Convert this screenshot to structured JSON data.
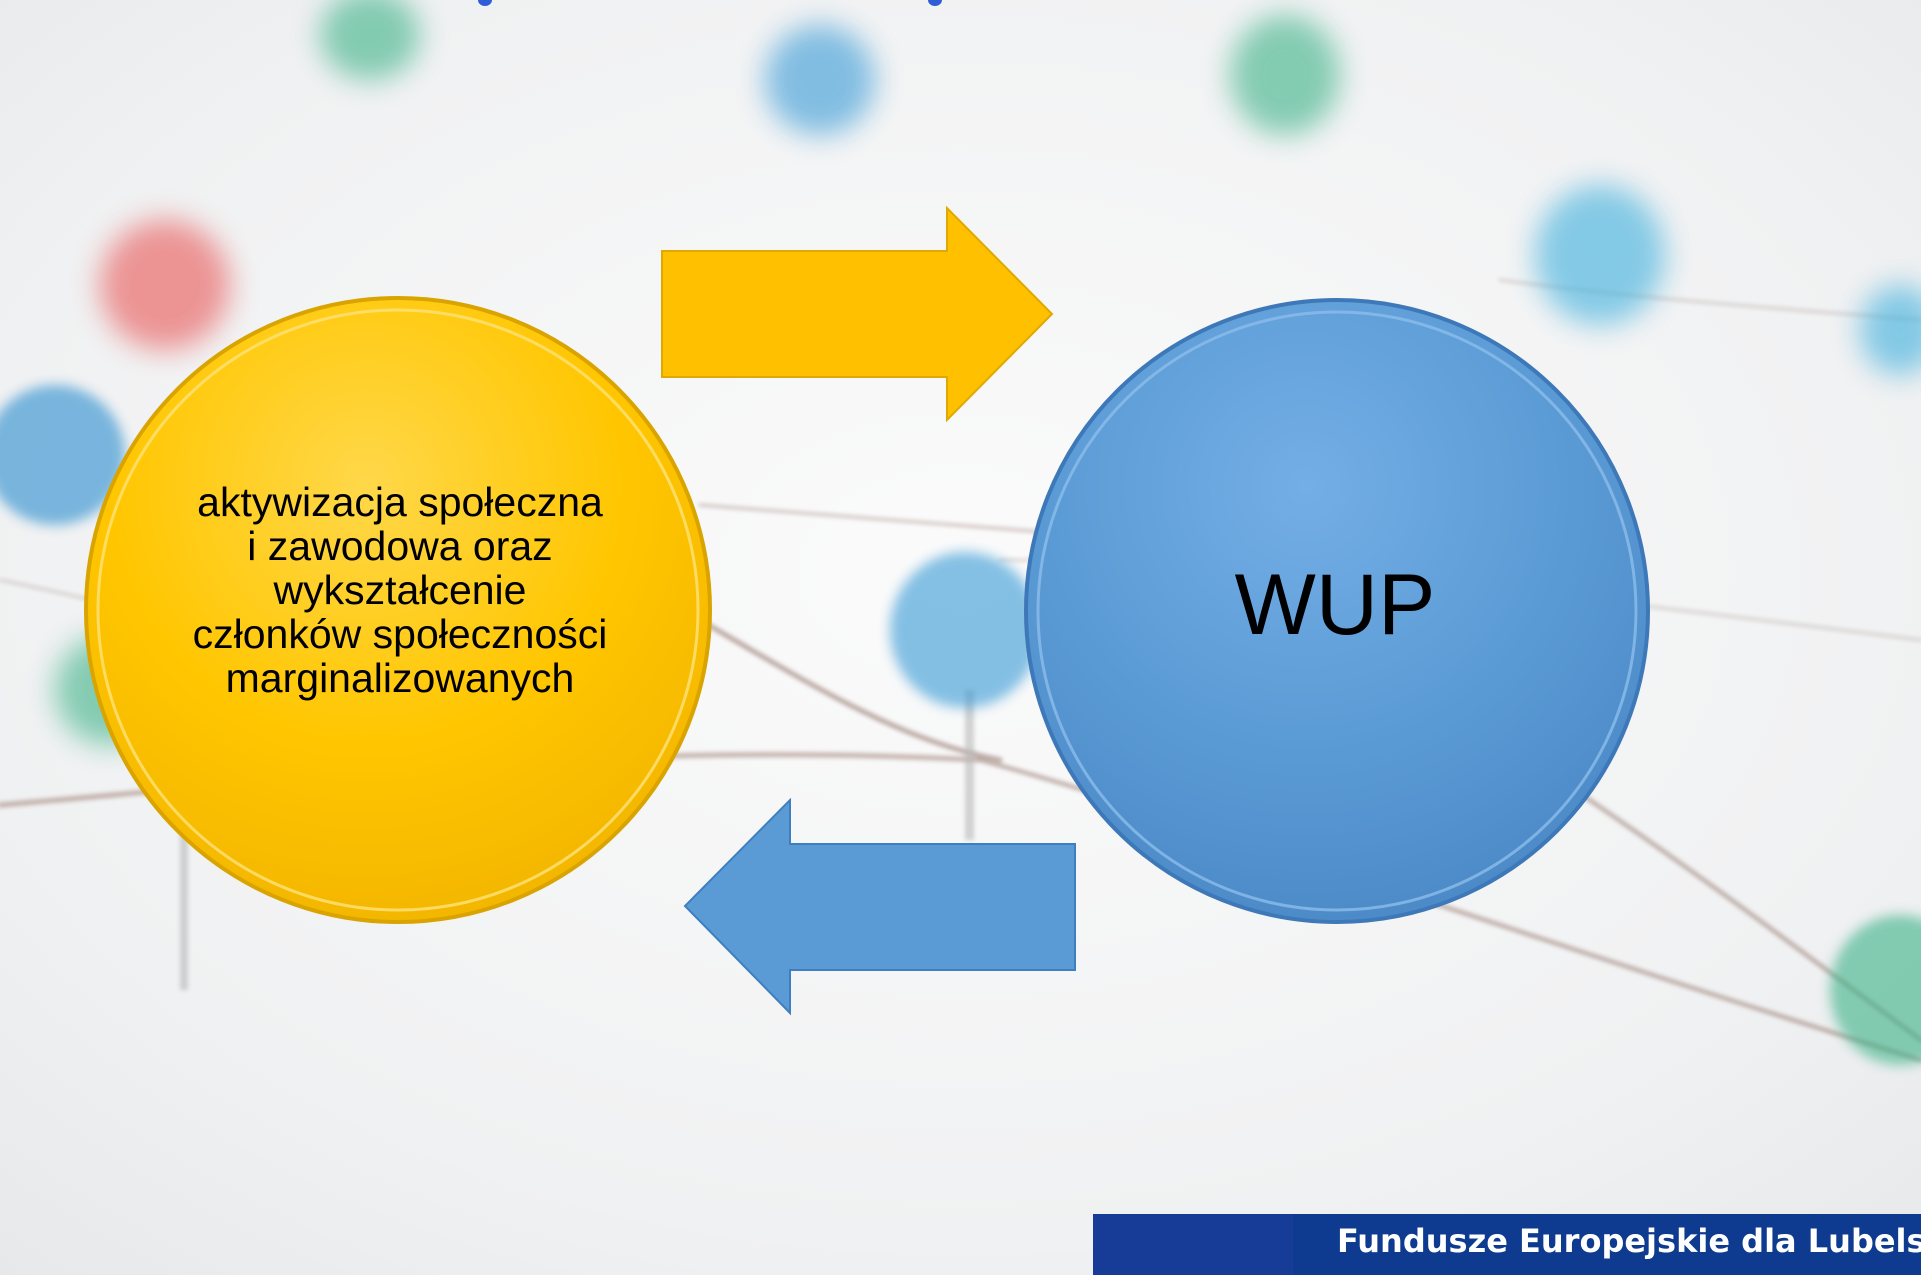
{
  "diagram": {
    "left_circle": {
      "text": "aktywizacja społeczna\ni zawodowa oraz\nwykształcenie\nczłonków społeczności\nmarginalizowanych",
      "color": "#FFC000"
    },
    "right_circle": {
      "text": "WUP",
      "color": "#5B9BD5"
    },
    "arrow_right_color": "#FFC000",
    "arrow_left_color": "#5B9BD5"
  },
  "footer": {
    "text": "Fundusze Europejskie dla Lubelsk",
    "bar_color": "#0E3B8F"
  },
  "background": {
    "pin_colors": [
      "#e85a5a",
      "#3fa9dd",
      "#41b38a"
    ],
    "thread_color": "#8a6a5e"
  }
}
